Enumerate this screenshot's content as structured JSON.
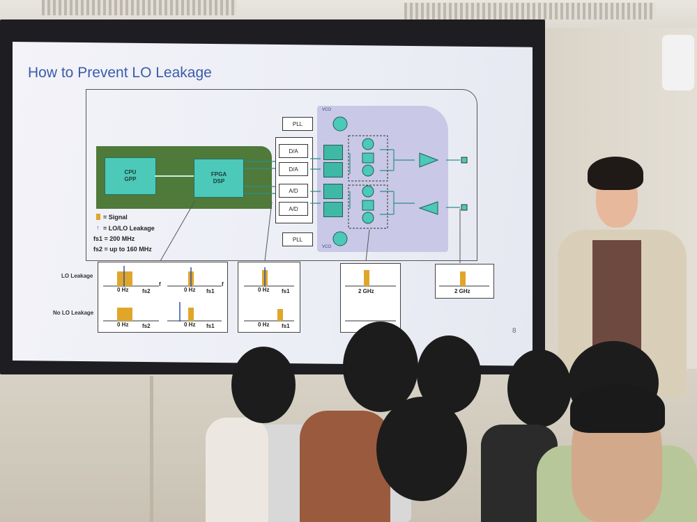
{
  "slide": {
    "title": "How to Prevent LO Leakage",
    "page_number": "8",
    "blocks": {
      "cpu": "CPU",
      "gpp": "GPP",
      "fpga": "FPGA",
      "dsp": "DSP",
      "pll_top": "PLL",
      "pll_bottom": "PLL",
      "vco_top": "VCO",
      "vco_bottom": "VCO",
      "da1": "D/A",
      "da2": "D/A",
      "ad1": "A/D",
      "ad2": "A/D"
    },
    "legend": {
      "signal": "= Signal",
      "leakage": "= LO/LO Leakage",
      "fs1": "fs1 = 200 MHz",
      "fs2": "fs2 = up to 160 MHz"
    },
    "rows": {
      "lo_leakage": "LO Leakage",
      "no_lo_leakage": "No LO Leakage"
    },
    "spectra": {
      "zero_hz": "0 Hz",
      "two_ghz": "2 GHz",
      "f": "f",
      "fs1": "fs1",
      "fs2": "fs2"
    }
  }
}
